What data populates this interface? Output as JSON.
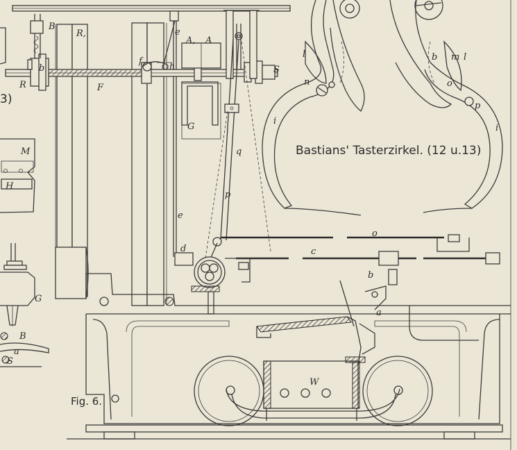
{
  "caption": "Bastians' Tasterzirkel. (12 u.13)",
  "figure_label": "Fig. 6.",
  "fragment_left": "3)",
  "labels": {
    "B": "B",
    "R_top": "R,",
    "R": "R",
    "b_small": "b",
    "F": "F",
    "f": "f",
    "h": "h",
    "e_top": "e",
    "A1": "A,",
    "A2": "A",
    "S_right": "S",
    "G": "G",
    "q": "q",
    "p_mid": "p",
    "e_mid": "e",
    "d": "d",
    "o": "o",
    "c": "c",
    "b_lower": "b",
    "a_lower": "a",
    "W": "W",
    "M": "M",
    "H": "H",
    "G_left": "G",
    "B_left": "B",
    "a_left": "a",
    "S_left": "S",
    "l_left": "l",
    "n": "n",
    "i_left": "i",
    "b_caliper": "b",
    "m": "m",
    "l_right": "l",
    "o_caliper": "o",
    "p_caliper": "p",
    "i_right": "i"
  }
}
